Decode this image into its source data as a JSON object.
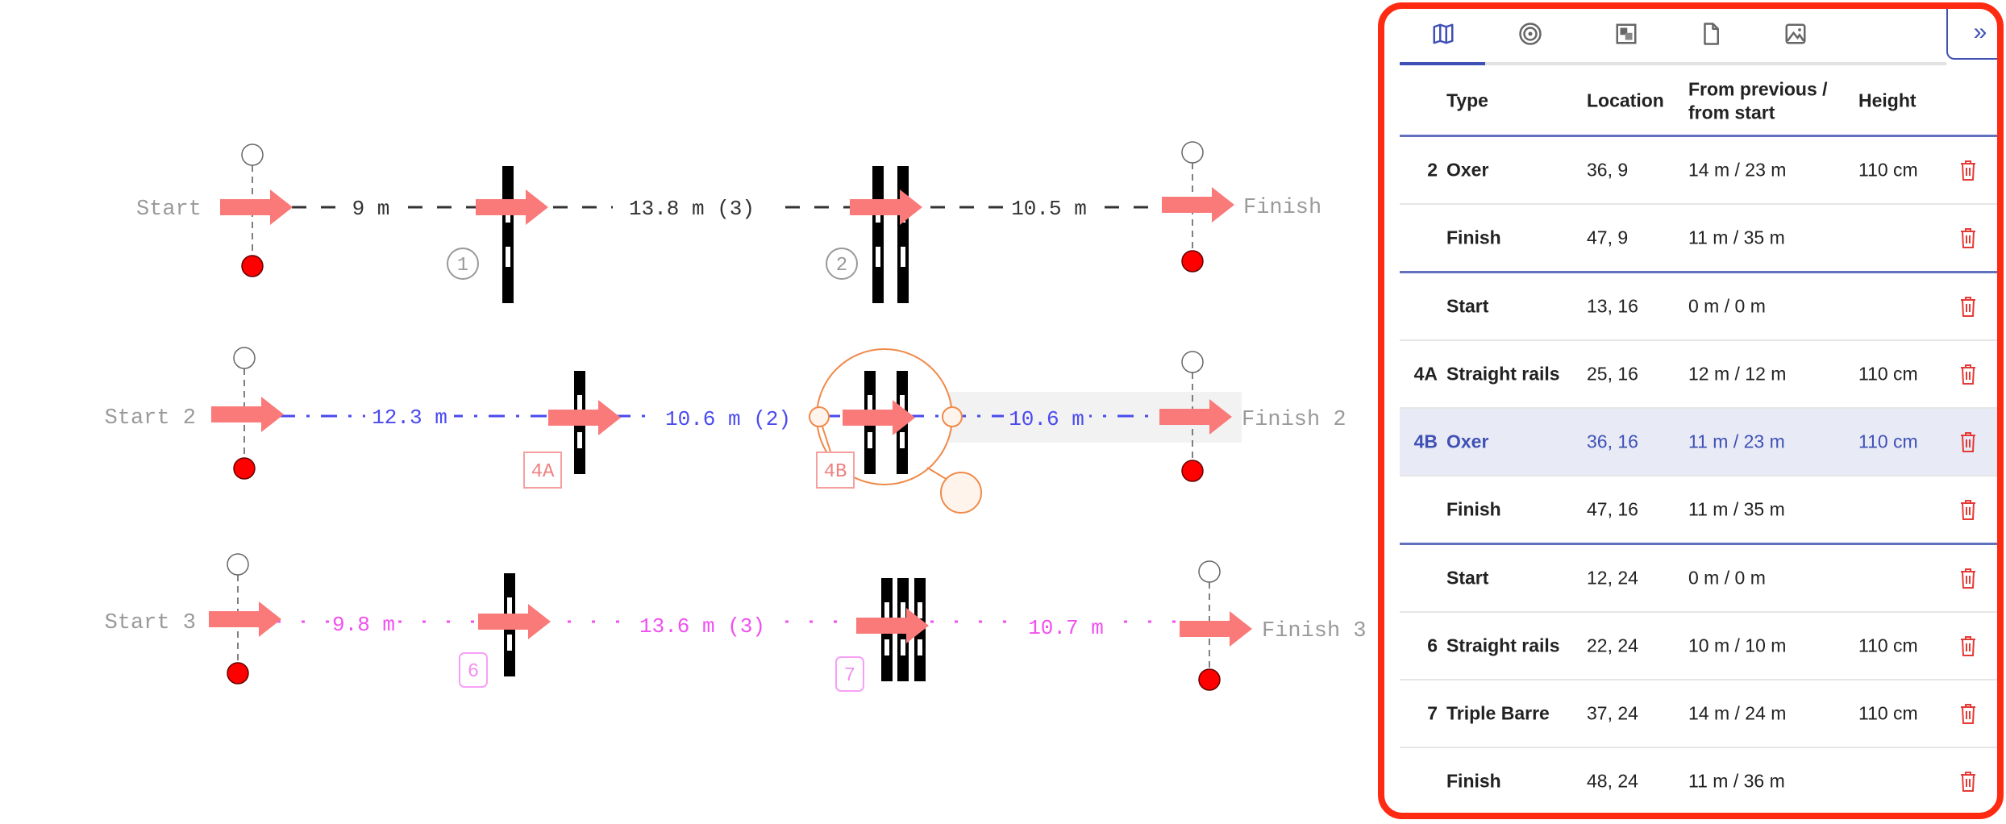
{
  "course": {
    "rows": [
      {
        "start": "Start",
        "finish": "Finish",
        "distances": [
          "9 m",
          "13.8 m (3)",
          "10.5 m"
        ],
        "jump_labels": [
          "1",
          "2"
        ],
        "color": "#333333"
      },
      {
        "start": "Start 2",
        "finish": "Finish 2",
        "distances": [
          "12.3 m",
          "10.6 m (2)",
          "10.6 m"
        ],
        "jump_labels": [
          "4A",
          "4B"
        ],
        "color": "#4a4af0"
      },
      {
        "start": "Start 3",
        "finish": "Finish 3",
        "distances": [
          "9.8 m",
          "13.6 m (3)",
          "10.7 m"
        ],
        "jump_labels": [
          "6",
          "7"
        ],
        "color": "#f050f0"
      }
    ],
    "arrow_color": "#fa7a7a",
    "selection_color": "#f08a4b"
  },
  "panel": {
    "tabs": [
      {
        "icon": "map-icon",
        "active": true
      },
      {
        "icon": "target-icon",
        "active": false
      },
      {
        "icon": "layers-icon",
        "active": false
      },
      {
        "icon": "file-icon",
        "active": false
      },
      {
        "icon": "image-icon",
        "active": false
      }
    ],
    "collapse_label": "»",
    "headers": {
      "type": "Type",
      "location": "Location",
      "from": "From previous / from start",
      "height": "Height"
    },
    "rows": [
      {
        "num": "2",
        "type": "Oxer",
        "location": "36, 9",
        "from": "14 m / 23 m",
        "height": "110 cm",
        "last": false
      },
      {
        "num": "",
        "type": "Finish",
        "location": "47, 9",
        "from": "11 m / 35 m",
        "height": "",
        "last": true
      },
      {
        "num": "",
        "type": "Start",
        "location": "13, 16",
        "from": "0 m / 0 m",
        "height": "",
        "last": false
      },
      {
        "num": "4A",
        "type": "Straight rails",
        "location": "25, 16",
        "from": "12 m / 12 m",
        "height": "110 cm",
        "last": false
      },
      {
        "num": "4B",
        "type": "Oxer",
        "location": "36, 16",
        "from": "11 m / 23 m",
        "height": "110 cm",
        "last": false,
        "selected": true
      },
      {
        "num": "",
        "type": "Finish",
        "location": "47, 16",
        "from": "11 m / 35 m",
        "height": "",
        "last": true
      },
      {
        "num": "",
        "type": "Start",
        "location": "12, 24",
        "from": "0 m / 0 m",
        "height": "",
        "last": false
      },
      {
        "num": "6",
        "type": "Straight rails",
        "location": "22, 24",
        "from": "10 m / 10 m",
        "height": "110 cm",
        "last": false
      },
      {
        "num": "7",
        "type": "Triple Barre",
        "location": "37, 24",
        "from": "14 m / 24 m",
        "height": "110 cm",
        "last": false
      },
      {
        "num": "",
        "type": "Finish",
        "location": "48, 24",
        "from": "11 m / 36 m",
        "height": "",
        "last": true
      }
    ]
  }
}
